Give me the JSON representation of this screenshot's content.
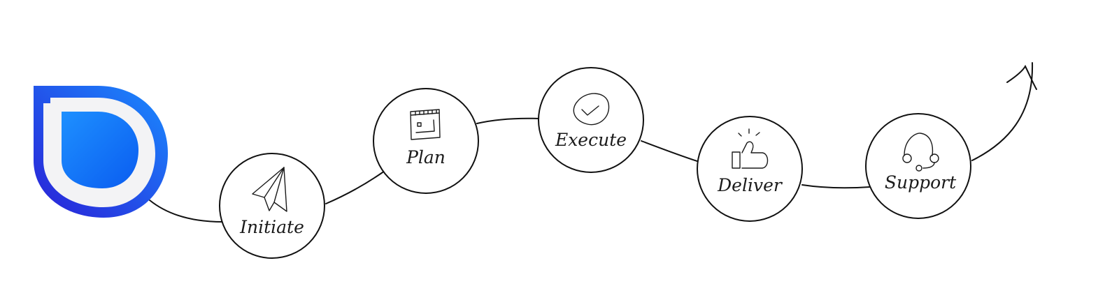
{
  "colors": {
    "logo_outer_light": "#1a8cff",
    "logo_outer_dark": "#2a1fd6",
    "logo_inner": "#f3f3f5",
    "logo_core_light": "#1e90ff",
    "logo_core_dark": "#0a5cf0",
    "stroke": "#111111"
  },
  "logo": {
    "icon": "droplet-logo-icon"
  },
  "steps": [
    {
      "label": "Initiate",
      "icon": "paper-plane-icon"
    },
    {
      "label": "Plan",
      "icon": "blueprint-icon"
    },
    {
      "label": "Execute",
      "icon": "check-badge-icon"
    },
    {
      "label": "Deliver",
      "icon": "thumbs-up-icon"
    },
    {
      "label": "Support",
      "icon": "headset-icon"
    }
  ]
}
